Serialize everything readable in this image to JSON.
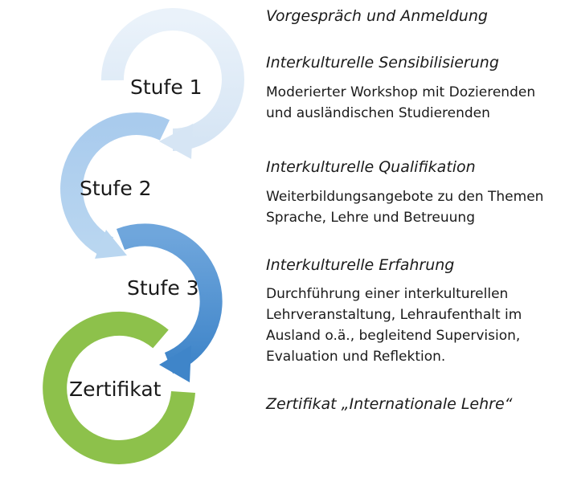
{
  "diagram": {
    "stages": [
      {
        "label": "Stufe 1",
        "color": "#dde9f5"
      },
      {
        "label": "Stufe 2",
        "color": "#9cc3e8"
      },
      {
        "label": "Stufe 3",
        "color": "#5596d3"
      },
      {
        "label": "Zertifikat",
        "color": "#8dc14b"
      }
    ]
  },
  "steps": [
    {
      "heading": "Vorgespräch und Anmeldung"
    },
    {
      "heading": "Interkulturelle Sensibilisierung",
      "description": "Moderierter Workshop mit Dozierenden\nund ausländischen Studierenden"
    },
    {
      "heading": "Interkulturelle Qualifikation",
      "description": "Weiterbildungsangebote zu den Themen\nSprache, Lehre und Betreuung"
    },
    {
      "heading": "Interkulturelle Erfahrung",
      "description": "Durchführung einer interkulturellen\nLehrveranstaltung, Lehraufenthalt im\nAusland o.ä., begleitend Supervision,\nEvaluation und Reflektion."
    },
    {
      "heading": "Zertifikat „Internationale Lehre“"
    }
  ]
}
